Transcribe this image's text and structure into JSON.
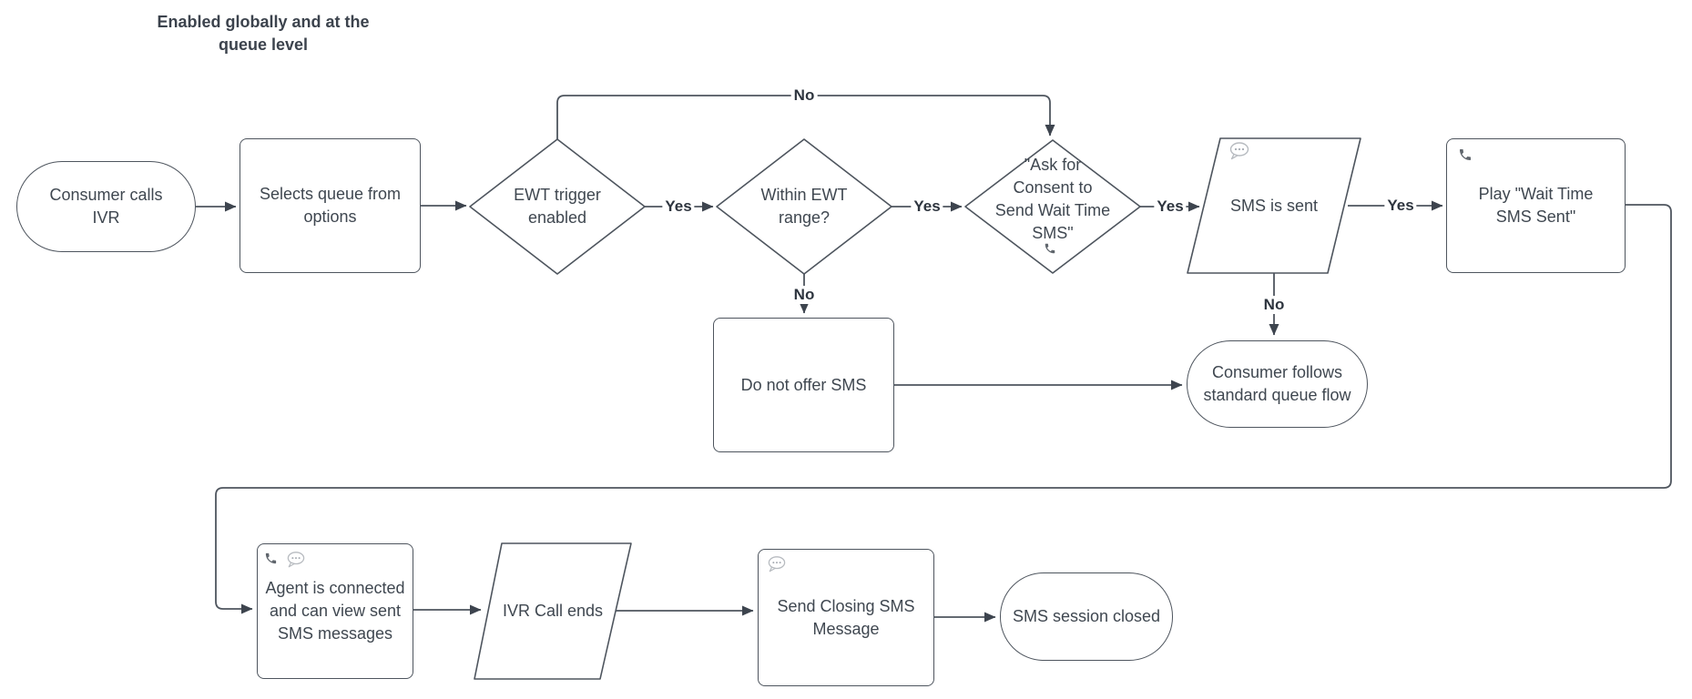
{
  "title": "Enabled globally and at the queue level",
  "nodes": {
    "consumer_calls": {
      "label": "Consumer calls IVR",
      "shape": "terminator"
    },
    "selects_queue": {
      "label": "Selects queue from options",
      "shape": "process"
    },
    "ewt_trigger": {
      "label": "EWT trigger enabled",
      "shape": "decision"
    },
    "within_ewt": {
      "label": "Within EWT range?",
      "shape": "decision"
    },
    "ask_consent": {
      "label": "\"Ask for Consent to Send Wait Time SMS\"",
      "shape": "decision",
      "icon": "phone"
    },
    "sms_sent": {
      "label": "SMS is sent",
      "shape": "data",
      "icon": "speech-bubble"
    },
    "play_wait_time": {
      "label": "Play \"Wait Time SMS Sent\"",
      "shape": "process",
      "icon": "phone"
    },
    "do_not_offer": {
      "label": "Do not offer SMS",
      "shape": "process"
    },
    "standard_queue": {
      "label": "Consumer follows standard queue flow",
      "shape": "terminator"
    },
    "agent_connected": {
      "label": "Agent is connected and can view sent SMS messages",
      "shape": "process",
      "icon": "phone+speech-bubble"
    },
    "ivr_call_ends": {
      "label": "IVR Call ends",
      "shape": "data"
    },
    "send_closing": {
      "label": "Send Closing SMS Message",
      "shape": "process",
      "icon": "speech-bubble"
    },
    "sms_closed": {
      "label": "SMS session closed",
      "shape": "terminator"
    }
  },
  "edge_labels": {
    "ewt_trigger_no": "No",
    "ewt_trigger_yes": "Yes",
    "within_ewt_yes": "Yes",
    "within_ewt_no": "No",
    "ask_consent_yes": "Yes",
    "sms_sent_yes": "Yes",
    "sms_sent_no": "No"
  },
  "icons": {
    "phone_icon": "phone-receiver",
    "speech_icon": "speech-bubble-with-dots"
  },
  "colors": {
    "background": "#ffffff",
    "line": "#4e555e",
    "arrow": "#3d444e",
    "node_text": "#3f4750",
    "label_text": "#2e353f",
    "phone_icon": "#60666d",
    "speech_icon_stroke": "#b7bbc0"
  }
}
